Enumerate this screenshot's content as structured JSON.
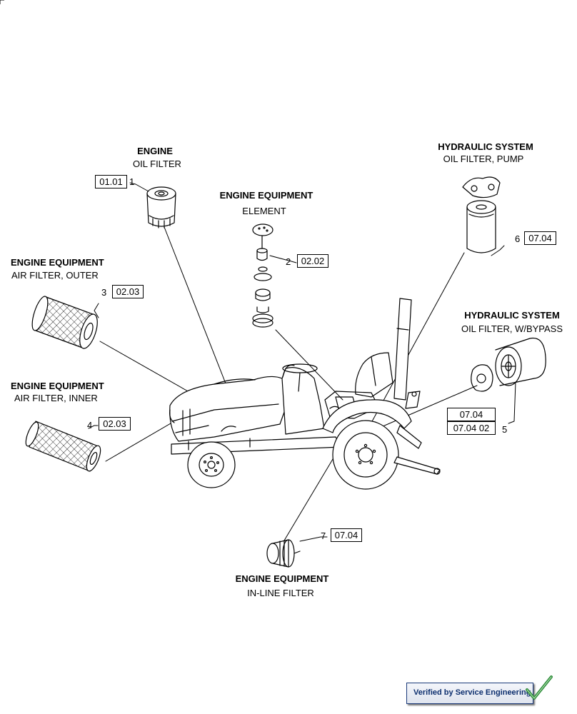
{
  "labels": {
    "engine_oil": {
      "title": "ENGINE",
      "subtitle": "OIL FILTER",
      "number": "1",
      "ref": "01.01"
    },
    "element": {
      "title": "ENGINE EQUIPMENT",
      "subtitle": "ELEMENT",
      "number": "2",
      "ref": "02.02"
    },
    "air_outer": {
      "title": "ENGINE EQUIPMENT",
      "subtitle": "AIR FILTER, OUTER",
      "number": "3",
      "ref": "02.03"
    },
    "air_inner": {
      "title": "ENGINE EQUIPMENT",
      "subtitle": "AIR FILTER, INNER",
      "number": "4",
      "ref": "02.03"
    },
    "hyd_bypass": {
      "title": "HYDRAULIC SYSTEM",
      "subtitle": "OIL FILTER, W/BYPASS",
      "number": "5",
      "ref": "07.04",
      "ref2": "07.04 02"
    },
    "hyd_pump": {
      "title": "HYDRAULIC SYSTEM",
      "subtitle": "OIL FILTER, PUMP",
      "number": "6",
      "ref": "07.04"
    },
    "inline": {
      "title": "ENGINE EQUIPMENT",
      "subtitle": "IN-LINE FILTER",
      "number": "7",
      "ref": "07.04"
    }
  },
  "badge": {
    "text": "Verified by Service Engineering",
    "check_color": "#2e8b3a"
  }
}
